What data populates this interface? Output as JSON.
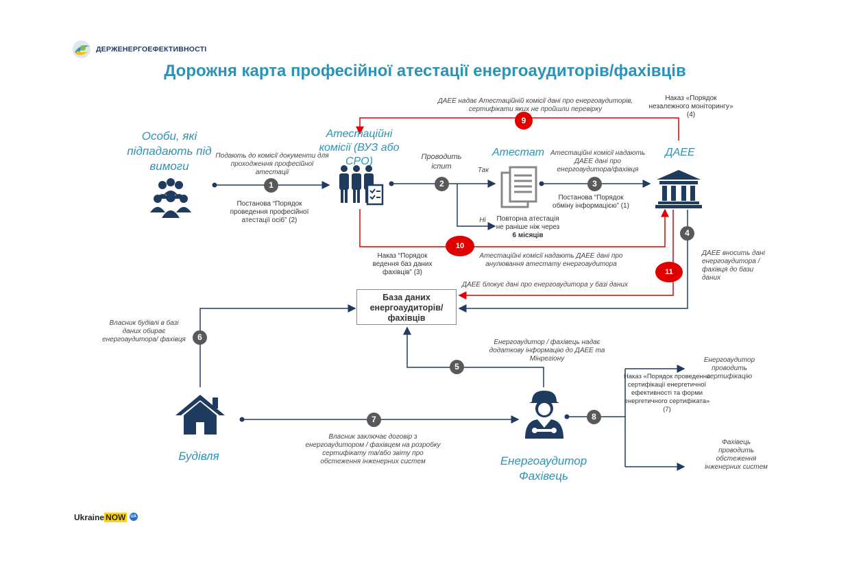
{
  "brand": {
    "agency_name": "ДЕРЖЕНЕРГОЕФЕКТИВНОСТІ",
    "ukraine_now_prefix": "Ukraine",
    "ukraine_now_suffix": "NOW",
    "ukraine_now_badge": "UA"
  },
  "title": "Дорожня карта професійної атестації енергоаудиторів/фахівців",
  "actors": {
    "persons": "Особи, які підпадають під вимоги",
    "commissions": "Атестаційні комісії (ВУЗ або СРО)",
    "certificate": "Атестат",
    "agency": "ДАЕЕ",
    "building": "Будівля",
    "auditor": "Енергоаудитор Фахівець"
  },
  "database": {
    "label": "База даних енергоаудиторів/ фахівців"
  },
  "steps": {
    "s1": "1",
    "s2": "2",
    "s3": "3",
    "s4": "4",
    "s5": "5",
    "s6": "6",
    "s7": "7",
    "s8": "8",
    "s9": "9",
    "s10": "10",
    "s11": "11"
  },
  "labels": {
    "step1_action": "Подають до комісії документи для проходження професійної атестації",
    "step1_order": "Постанова “Порядок проведення професійної атестації осіб” (2)",
    "step2_action": "Проводить іспит",
    "yes": "Так",
    "no": "Ні",
    "retest": "Повторна атестація не раніше ніж через",
    "retest_period": "6 місяців",
    "step3_action": "Атестаційні комісії надають ДАЕЕ дані про енергоаудитора/фахівця",
    "step3_order": "Постанова “Порядок обміну інформацією” (1)",
    "step9_action": "ДАЕЕ надає Атестаційній комісії дані про енергоаудиторів, сертифікати яких не пройшли перевірку",
    "step9_order": "Наказ «Порядок незалежного моніторингу» (4)",
    "step10_order": "Наказ “Порядок ведення баз даних фахівців” (3)",
    "step10_action": "Атестаційні комісії надають ДАЕЕ дані про анулювання атестату енергоаудитора",
    "step11_action": "ДАЕЕ блокує дані про енергоаудитора у базі даних",
    "step4_action": "ДАЕЕ вносить дані енергоаудитора /фахівця до бази даних",
    "step6_action": "Власник будівлі в базі даних обирає енергоаудитора/ фахівця",
    "step5_action": "Енергоаудитор / фахівець надає додаткову інформацію до ДАЕЕ та Мінрегіону",
    "step7_action": "Власник заключає договір з енергоаудитором / фахівцем на розробку сертифікату та/або звіту про обстеження інженерних систем",
    "step8_order": "Наказ «Порядок проведення сертифікації енергетичної ефективності та форми енергетичного сертифіката» (7)",
    "out_cert": "Енергоаудитор проводить сертифікацію",
    "out_survey": "Фахівець проводить обстеження інженерних систем"
  },
  "colors": {
    "title": "#2a93b8",
    "flow": "#1f3b60",
    "red_flow": "#e00000",
    "badge": "#595959"
  }
}
